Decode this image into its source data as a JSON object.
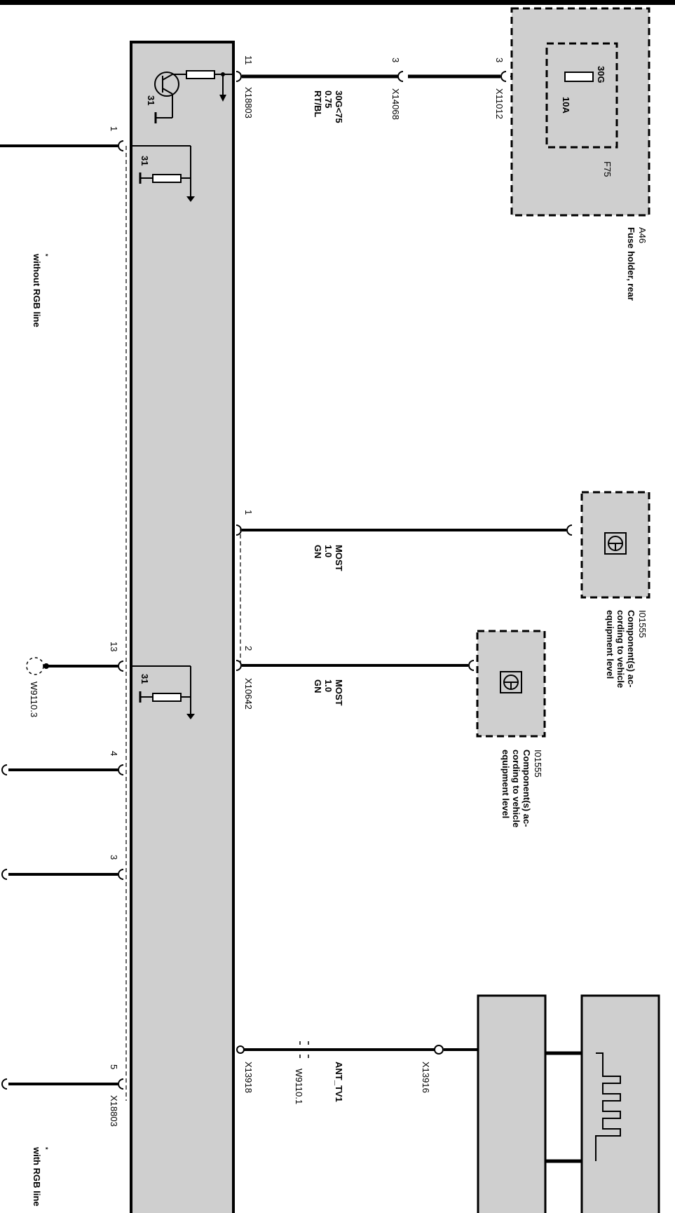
{
  "colors": {
    "module_fill": "#cfcfcf",
    "line": "#000000",
    "background": "#ffffff"
  },
  "fuse_holder": {
    "id": "A46",
    "name": "Fuse holder, rear",
    "fuse_id": "F75",
    "fuse_terminal": "30G",
    "fuse_rating": "10A"
  },
  "power_wire": {
    "signal": "30G<75",
    "gauge": "0.75",
    "color": "RT/BL",
    "pin_module": "11",
    "connector_module": "X18803",
    "pin_mid": "3",
    "connector_mid": "X14068",
    "pin_fuse": "3",
    "connector_fuse": "X11012"
  },
  "ground_labels": [
    "31",
    "31",
    "31"
  ],
  "most_wires": [
    {
      "pin": "1",
      "signal": "MOST",
      "gauge": "1.0",
      "color": "GN"
    },
    {
      "pin": "2",
      "signal": "MOST",
      "gauge": "1.0",
      "color": "GN",
      "connector": "X10642"
    }
  ],
  "components": [
    {
      "id": "I01555",
      "line1": "Component(s) ac-",
      "line2": "cording to vehicle",
      "line3": "equipment level"
    },
    {
      "id": "I01555",
      "line1": "Component(s) ac-",
      "line2": "cording to vehicle",
      "line3": "equipment level"
    }
  ],
  "left_pins": {
    "p1": "1",
    "p13": "13",
    "p4": "4",
    "p3": "3",
    "p5": "5",
    "connector": "X18803",
    "w1": "W9110.3"
  },
  "antenna": {
    "signal": "ANT_TV1",
    "connector_module": "X13918",
    "connector_antenna": "X13916",
    "w2": "W9110.1"
  },
  "notes": {
    "without_rgb": "without RGB line",
    "with_rgb": "with RGB line",
    "mark": "*"
  }
}
